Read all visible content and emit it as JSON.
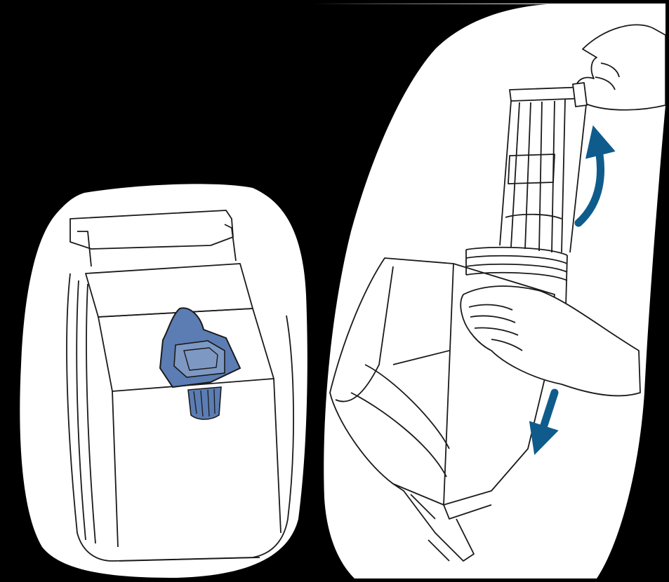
{
  "figure": {
    "panels": [
      {
        "id": "canister-front",
        "icon": "vacuum-canister-icon"
      },
      {
        "id": "filter-removal",
        "icon": "filter-removal-icon"
      }
    ],
    "colors": {
      "background": "#000000",
      "panel_fill": "#ffffff",
      "line": "#1a1a1a",
      "accent_blue": "#0f5c8c",
      "latch_fill": "#5b7db4"
    },
    "arrows": [
      {
        "name": "lift-up-arrow",
        "direction": "up"
      },
      {
        "name": "push-down-arrow",
        "direction": "down"
      }
    ]
  }
}
